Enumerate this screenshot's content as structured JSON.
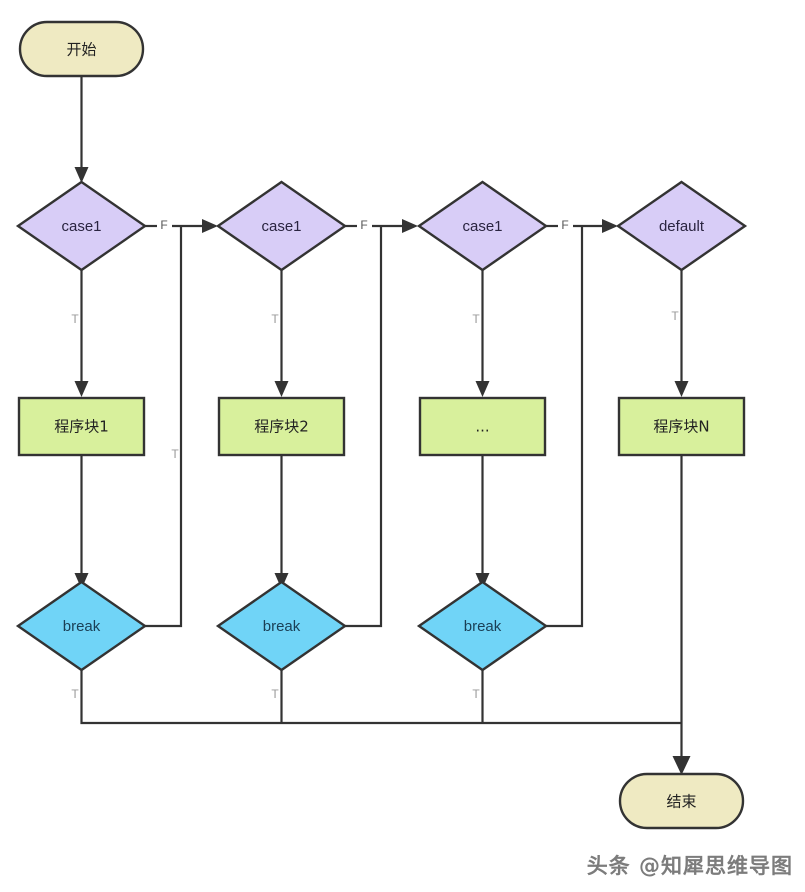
{
  "diagram": {
    "title": "switch-case flowchart",
    "background": "#ffffff",
    "colors": {
      "terminator_fill": "#efeac2",
      "decision_fill": "#d8cdf7",
      "process_fill": "#d8f09c",
      "break_fill": "#70d4f7",
      "stroke": "#333333",
      "label_faint": "#9a9a9a"
    },
    "nodes": {
      "start": {
        "label": "开始",
        "shape": "terminator"
      },
      "case1": {
        "label": "case1",
        "shape": "decision"
      },
      "case2": {
        "label": "case1",
        "shape": "decision"
      },
      "case3": {
        "label": "case1",
        "shape": "decision"
      },
      "default": {
        "label": "default",
        "shape": "decision"
      },
      "block1": {
        "label": "程序块1",
        "shape": "process"
      },
      "block2": {
        "label": "程序块2",
        "shape": "process"
      },
      "block3": {
        "label": "...",
        "shape": "process"
      },
      "blockN": {
        "label": "程序块N",
        "shape": "process"
      },
      "break1": {
        "label": "break",
        "shape": "decision"
      },
      "break2": {
        "label": "break",
        "shape": "decision"
      },
      "break3": {
        "label": "break",
        "shape": "decision"
      },
      "end": {
        "label": "结束",
        "shape": "terminator"
      }
    },
    "edge_labels": {
      "f1": "F",
      "f2": "F",
      "f3": "F",
      "t_case1": "T",
      "t_case2": "T",
      "t_case3": "T",
      "t_default": "T",
      "t_break1": "T",
      "t_break2": "T",
      "t_break3": "T",
      "t_link1": "T"
    }
  },
  "watermark": {
    "text": "头条 @知犀思维导图"
  }
}
